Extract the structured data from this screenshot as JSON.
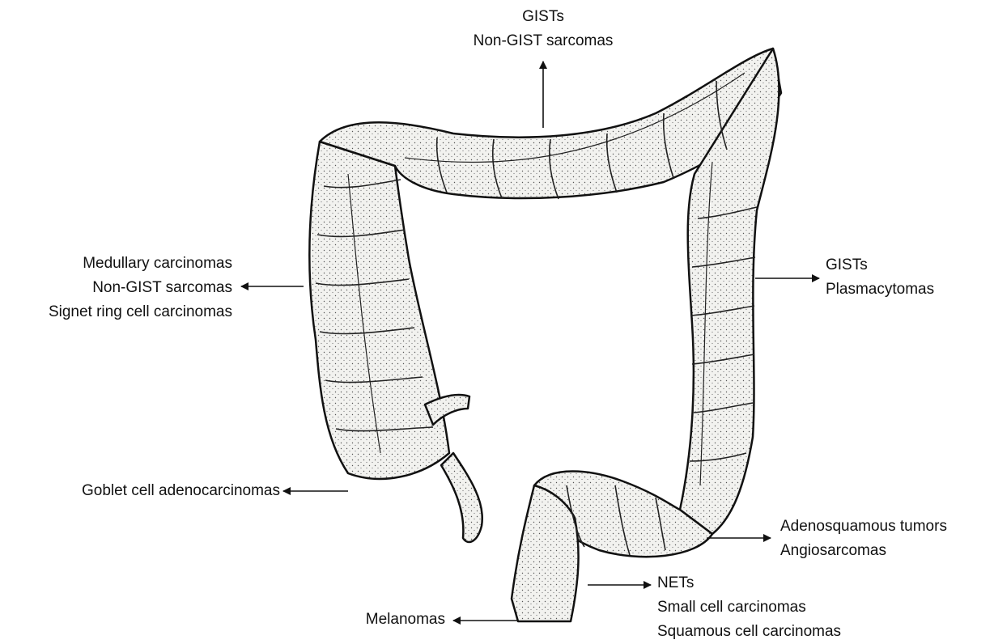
{
  "labels": {
    "transverse": [
      "GISTs",
      "Non-GIST sarcomas"
    ],
    "ascending": [
      "Medullary carcinomas",
      "Non-GIST sarcomas",
      "Signet ring cell carcinomas"
    ],
    "descending": [
      "GISTs",
      "Plasmacytomas"
    ],
    "appendix": [
      "Goblet cell adenocarcinomas"
    ],
    "sigmoid": [
      "Adenosquamous tumors",
      "Angiosarcomas"
    ],
    "rectum": [
      "NETs",
      "Small cell carcinomas",
      "Squamous cell carcinomas"
    ],
    "anal": [
      "Melanomas"
    ]
  },
  "colors": {
    "ink": "#111111",
    "tissue": "#f1f1ee",
    "shade": "#d6d6d2"
  }
}
